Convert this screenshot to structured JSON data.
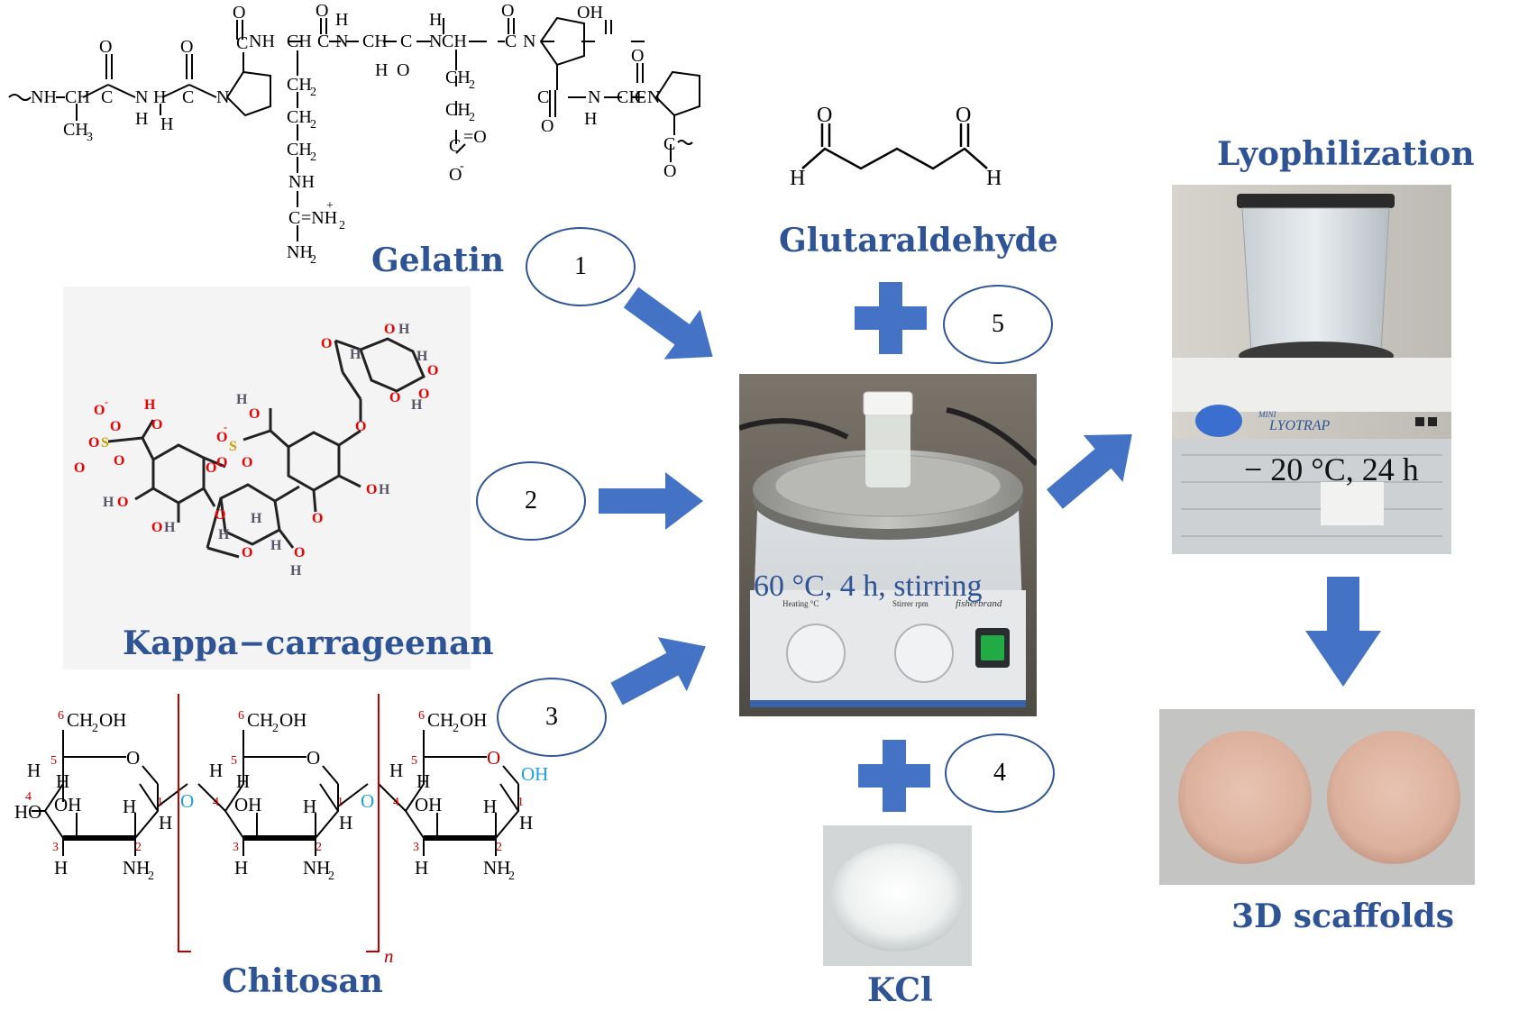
{
  "labels": {
    "gelatin": "Gelatin",
    "glutaraldehyde": "Glutaraldehyde",
    "kappa": "Kappa−carrageenan",
    "chitosan": "Chitosan",
    "kcl": "KCl",
    "lyophilization": "Lyophilization",
    "scaffolds": "3D scaffolds"
  },
  "steps": [
    "1",
    "2",
    "3",
    "4",
    "5"
  ],
  "conditions": {
    "stirring": "60 °C, 4 h, stirring",
    "freezing": "− 20 °C, 24 h"
  },
  "device": {
    "lyo_brand": "LYOTRAP",
    "lyo_brand_small": "MINI",
    "stirrer_brand": "fisherbrand",
    "heating_label": "Heating °C",
    "stirrer_label": "Stirrer rpm"
  },
  "colors": {
    "accent": "#2f5496",
    "arrow": "#4472c4"
  }
}
